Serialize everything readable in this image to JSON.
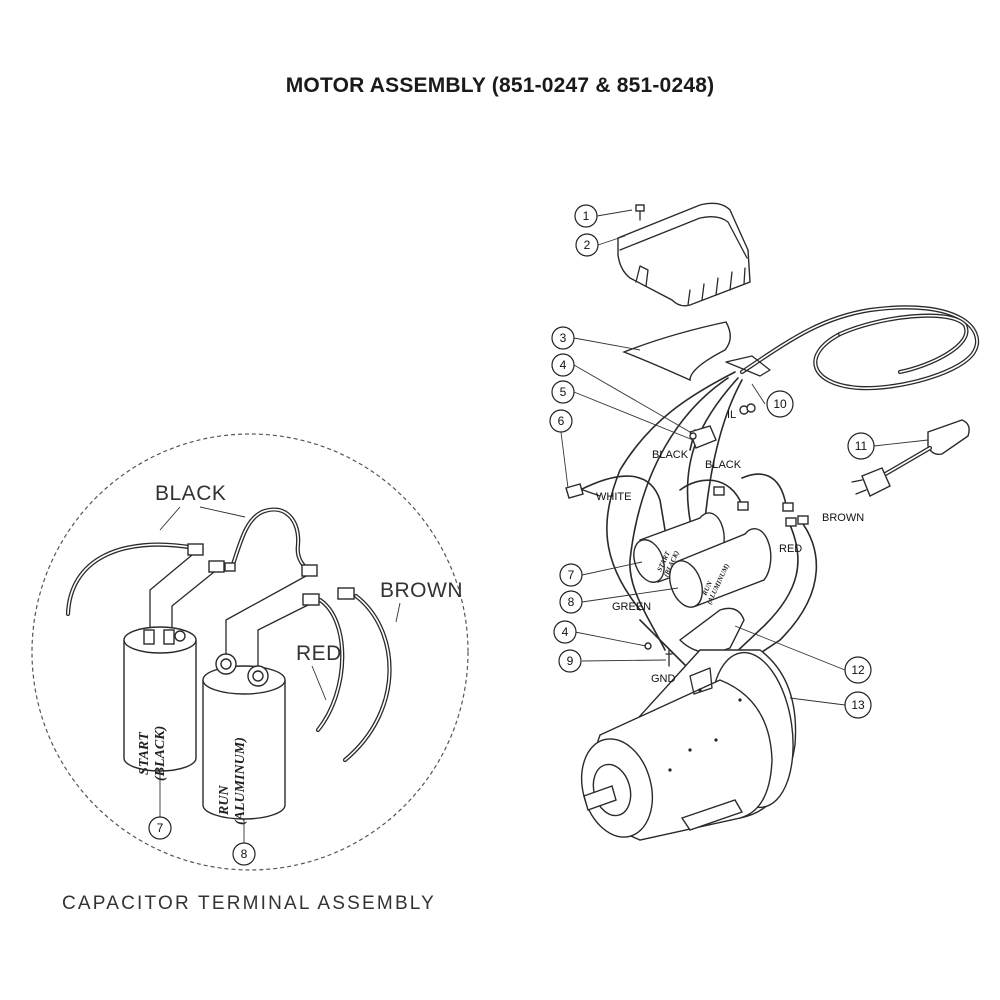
{
  "title": "MOTOR ASSEMBLY (851-0247 & 851-0248)",
  "callouts": {
    "c1": "1",
    "c2": "2",
    "c3": "3",
    "c4a": "4",
    "c5": "5",
    "c6": "6",
    "c7": "7",
    "c8": "8",
    "c4b": "4",
    "c9": "9",
    "c10": "10",
    "c11": "11",
    "c12": "12",
    "c13": "13",
    "d7": "7",
    "d8": "8"
  },
  "wire_labels": {
    "il": "IL",
    "black_a": "BLACK",
    "black_b": "BLACK",
    "white": "WHITE",
    "brown": "BROWN",
    "red": "RED",
    "green": "GREEN",
    "gnd": "GND"
  },
  "capacitor_labels": {
    "start_small": "START",
    "start_small_sub": "(BLACK)",
    "run_small": "RUN",
    "run_small_sub": "(ALUMINUM)",
    "start": "START",
    "start_sub": "(BLACK)",
    "run": "RUN",
    "run_sub": "(ALUMINUM)"
  },
  "detail_labels": {
    "black": "BLACK",
    "brown": "BROWN",
    "red": "RED"
  },
  "detail_title": "CAPACITOR TERMINAL ASSEMBLY"
}
